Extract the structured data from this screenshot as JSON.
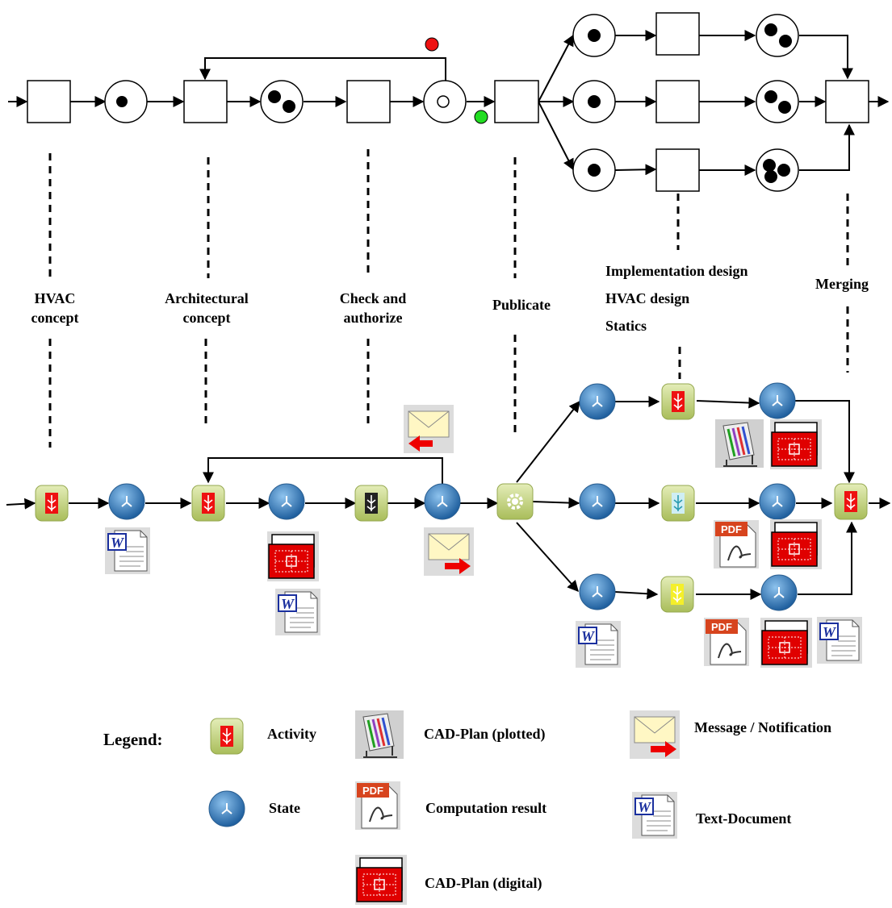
{
  "phases": {
    "hvac_concept": [
      "HVAC",
      "concept"
    ],
    "architectural_concept": [
      "Architectural",
      "concept"
    ],
    "check_authorize": [
      "Check and",
      "authorize"
    ],
    "publicate": "Publicate",
    "parallel": [
      "Implementation design",
      "HVAC design",
      "Statics"
    ],
    "merging": "Merging"
  },
  "legend": {
    "title": "Legend:",
    "activity": "Activity",
    "state": "State",
    "cad_plotted": "CAD-Plan (plotted)",
    "computation": "Computation result",
    "cad_digital": "CAD-Plan (digital)",
    "message": "Message / Notification",
    "text_document": "Text-Document"
  },
  "icons": {
    "pdf_badge": "PDF",
    "word_badge": "W"
  },
  "colors": {
    "token": "#000000",
    "marker_red": "#ee1111",
    "marker_green": "#22dd22",
    "state_blue": "#3f87c6",
    "activity_green": "#c9d98a",
    "cad_red": "#e00000",
    "word_blue": "#1a2f9e"
  }
}
